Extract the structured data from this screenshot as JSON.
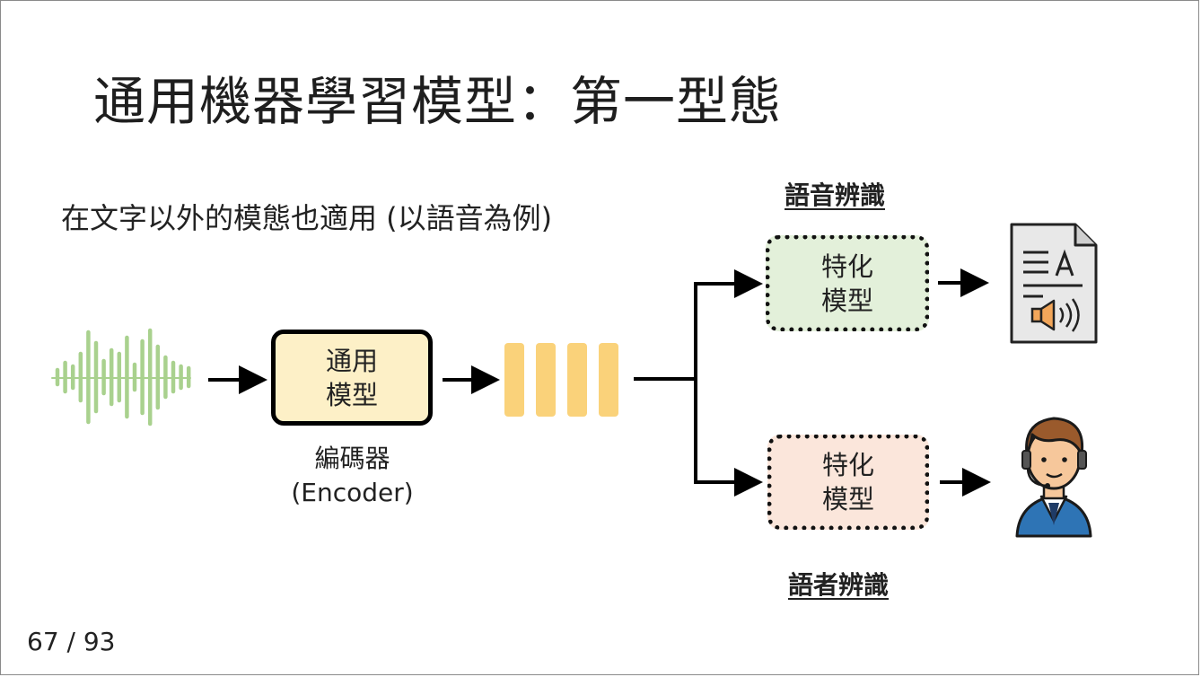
{
  "slide": {
    "title": "通用機器學習模型：第一型態",
    "subtitle": "在文字以外的模態也適用 (以語音為例)",
    "page_number": "67 / 93"
  },
  "diagram": {
    "encoder": {
      "line1": "通用",
      "line2": "模型",
      "caption_line1": "編碼器",
      "caption_line2": "(Encoder)"
    },
    "branch_top": {
      "task_label": "語音辨識",
      "model_line1": "特化",
      "model_line2": "模型",
      "output_icon": "document-audio-icon"
    },
    "branch_bottom": {
      "task_label": "語者辨識",
      "model_line1": "特化",
      "model_line2": "模型",
      "output_icon": "speaker-person-icon"
    },
    "input_icon": "waveform-icon",
    "embedding_count": 4,
    "colors": {
      "waveform": "#a9d18e",
      "encoder_fill": "#fdf0c7",
      "embedding": "#fad27a",
      "spec_top_fill": "#e3f0da",
      "spec_bottom_fill": "#fbe6db"
    }
  }
}
